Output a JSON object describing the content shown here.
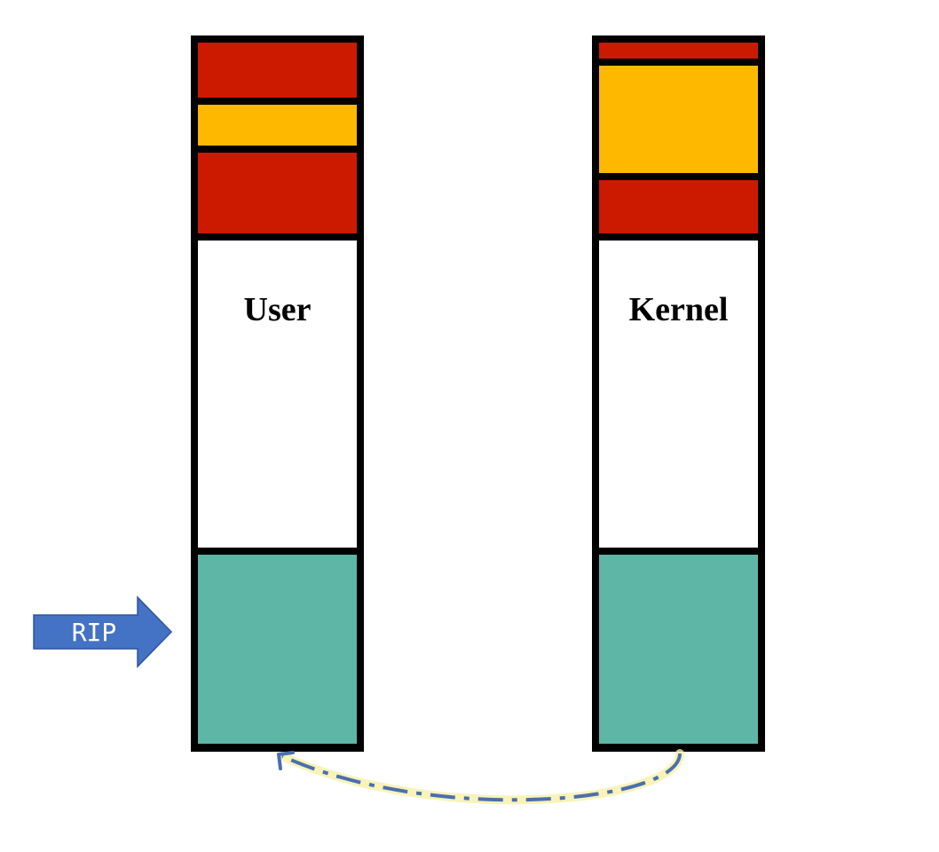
{
  "colors": {
    "background": "#ffffff",
    "border": "#000000",
    "red": "#cc1a00",
    "yellow": "#ffb800",
    "white": "#ffffff",
    "teal": "#5db6a6",
    "arrow_fill": "#4472c4",
    "arrow_text": "#ffffff",
    "dash_line": "#4a6fb0",
    "dash_glow": "#f6f0a6"
  },
  "columns": [
    {
      "id": "user",
      "label": "User",
      "segments": [
        "red",
        "yellow",
        "red",
        "white",
        "teal"
      ]
    },
    {
      "id": "kernel",
      "label": "Kernel",
      "segments": [
        "red",
        "yellow",
        "red",
        "white",
        "teal"
      ]
    }
  ],
  "pointer": {
    "label": "RIP",
    "icon": "right-arrow-icon",
    "target_column": "user",
    "target_segment": "teal"
  },
  "transition_arrow": {
    "icon": "dash-dot-curved-arrow-icon",
    "style": "dash-dot",
    "from": "kernel",
    "to": "user"
  }
}
